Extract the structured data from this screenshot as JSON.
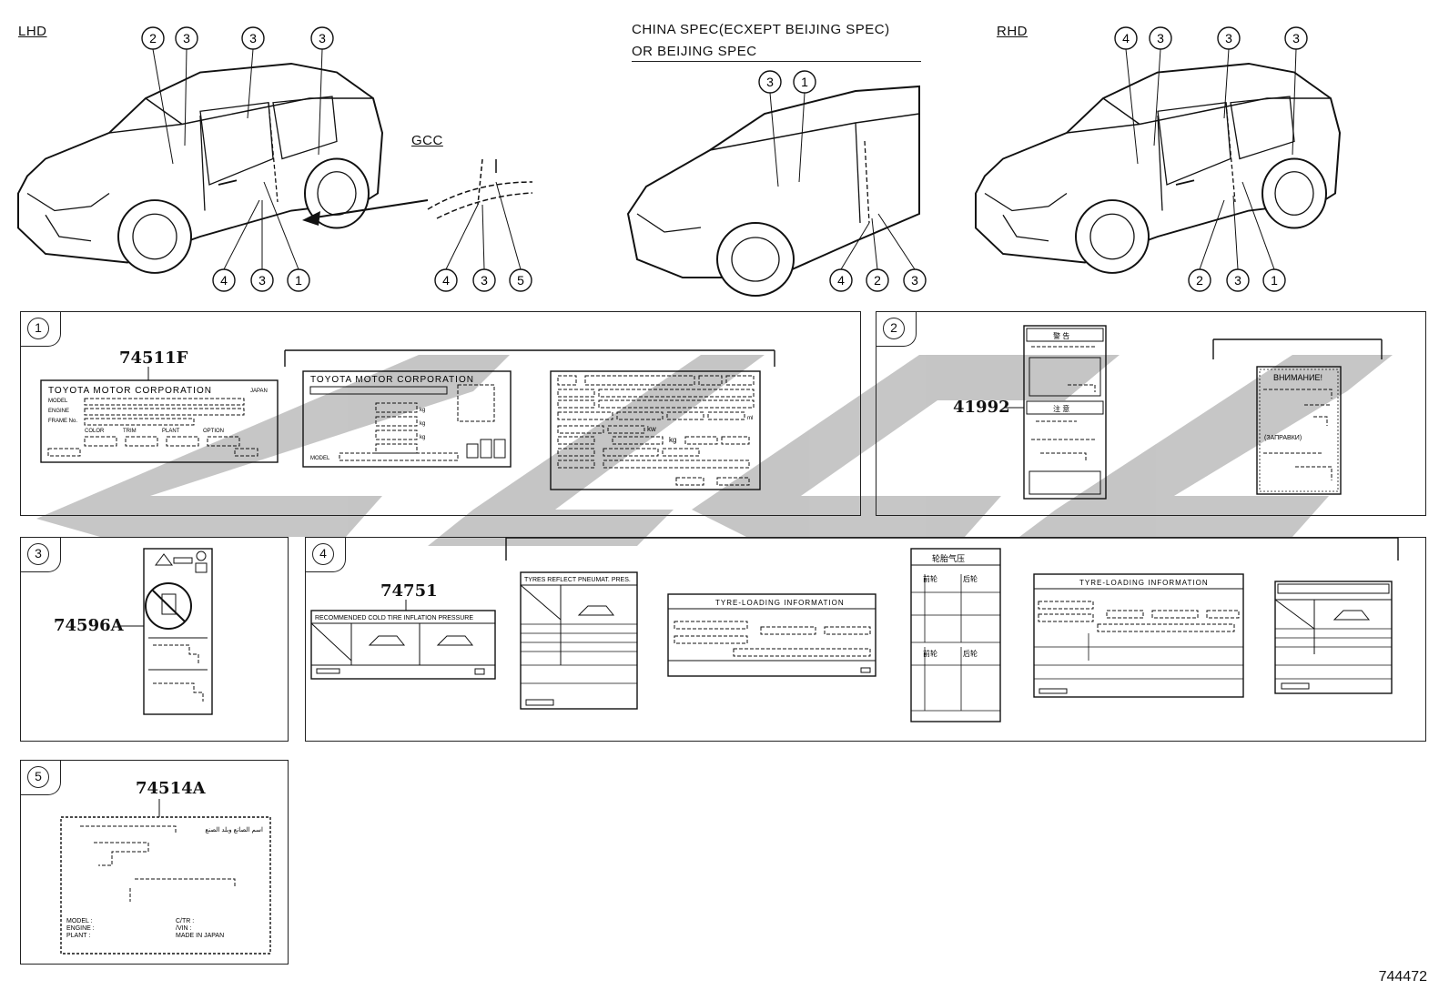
{
  "views": {
    "lhd": "LHD",
    "gcc": "GCC",
    "china_line1": "CHINA SPEC(ECXEPT BEIJING SPEC)",
    "china_line2": "OR BEIJING SPEC",
    "rhd": "RHD"
  },
  "callouts": {
    "lhd_top": [
      "2",
      "3",
      "3",
      "3"
    ],
    "lhd_bottom": [
      "4",
      "3",
      "1"
    ],
    "gcc_bottom": [
      "4",
      "3",
      "5"
    ],
    "china_top": [
      "3",
      "1"
    ],
    "china_bottom": [
      "4",
      "2",
      "3"
    ],
    "rhd_top": [
      "4",
      "3",
      "3",
      "3"
    ],
    "rhd_bottom": [
      "2",
      "3",
      "1"
    ]
  },
  "panels": [
    {
      "num": "1",
      "part": "74511F"
    },
    {
      "num": "2",
      "part": "41992"
    },
    {
      "num": "3",
      "part": "74596A"
    },
    {
      "num": "4",
      "part": "74751"
    },
    {
      "num": "5",
      "part": "74514A"
    }
  ],
  "label_texts": {
    "toyota": "TOYOTA MOTOR CORPORATION",
    "japan": "JAPAN",
    "model": "MODEL",
    "engine": "ENGINE",
    "frame": "FRAME No.",
    "color": "COLOR",
    "trim": "TRIM",
    "plant": "PLANT",
    "option": "OPTION",
    "kg": "kg",
    "kw": "kw",
    "ml": "ml",
    "warning_ja": "警 告",
    "caution_ja": "注 意",
    "ru_warning": "ВНИМАНИЕ!",
    "ru_sub": "(ЗАПРАВКИ)",
    "tire_us": "RECOMMENDED COLD TIRE INFLATION PRESSURE",
    "tire_cn": "TYRES REFLECT PNEUMAT. PRES.",
    "tyre_loading": "TYRE-LOADING INFORMATION",
    "tire_pressure_cn": "轮胎气压",
    "front_rear": [
      "前轮",
      "后轮",
      "前轮",
      "后轮"
    ],
    "arabic": "اسم الصانع وبلد الصنع",
    "model5": "MODEL :",
    "engine5": "ENGINE :",
    "plant5": "PLANT :",
    "ctr": "C/TR :",
    "vin": "/VIN :",
    "made": "MADE IN JAPAN"
  },
  "ref_code": "744472",
  "watermark_color": "#bcbcbc"
}
